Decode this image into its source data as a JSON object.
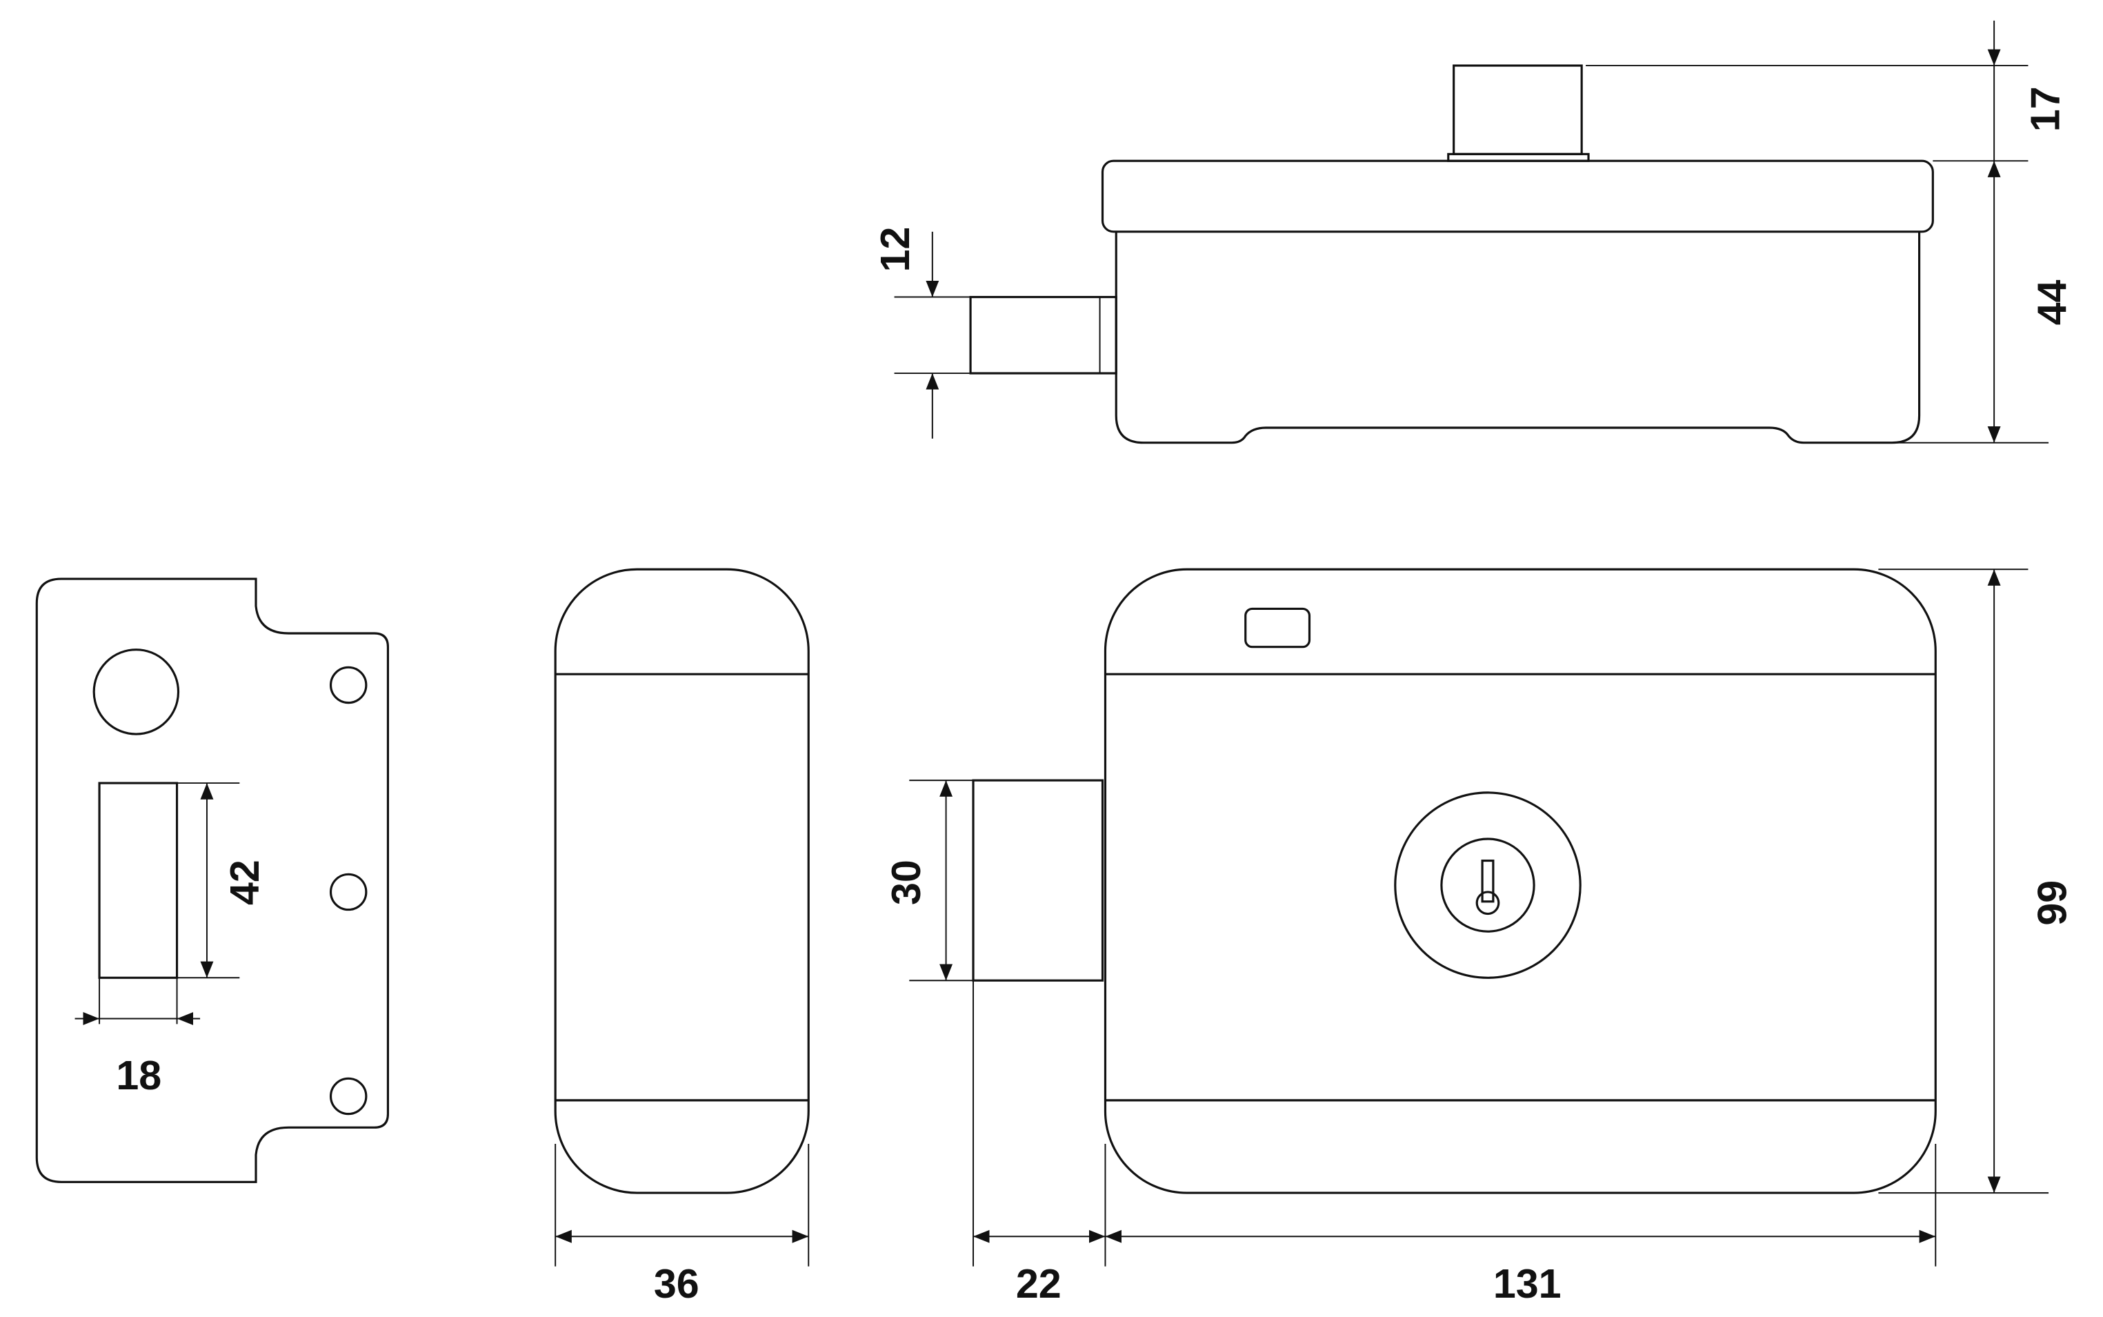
{
  "dimensions": {
    "top_height_knob": "17",
    "top_height_body": "44",
    "top_bolt_height": "12",
    "strike_slot_height": "42",
    "strike_slot_width": "18",
    "side_depth": "36",
    "front_bolt_height": "30",
    "front_bolt_length": "22",
    "front_width": "131",
    "front_height": "99"
  }
}
